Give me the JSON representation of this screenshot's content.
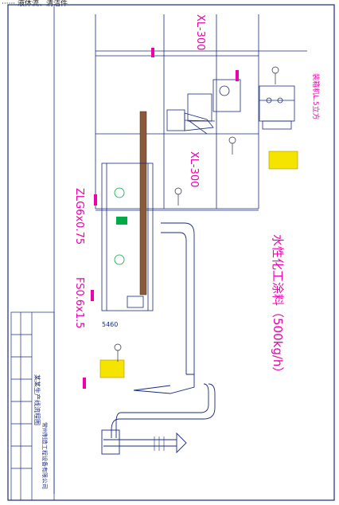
{
  "header_text": "······ 液体流、清洁件",
  "model_labels": {
    "xl300_top": "XL-300",
    "xl300_mid": "XL-300",
    "zlg": "ZLG6x0.75",
    "fs": "FS0.6x1.5",
    "packer": "装箱机L.5立方"
  },
  "title_vertical": "水性化工涂料（500kg/h）",
  "dim_label": "5460",
  "title_block": {
    "company": "常州制造工程设备有限公司",
    "drawing_name": "某某生产线流程图"
  },
  "colors": {
    "line": "#1a2a80",
    "magenta": "#ee00aa",
    "yellow": "#f5e300",
    "green": "#00aa44"
  }
}
